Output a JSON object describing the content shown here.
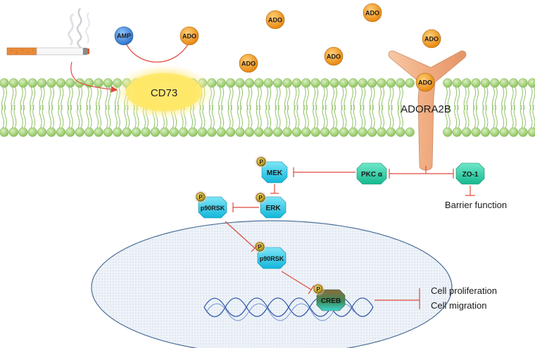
{
  "molecules": {
    "amp": "AMP",
    "ado": "ADO"
  },
  "membrane": {
    "enzyme": "CD73",
    "receptor": "ADORA2B"
  },
  "nodes": {
    "pkc": "PKC α",
    "zo1": "ZO-1",
    "mek": "MEK",
    "erk": "ERK",
    "p90rsk_cyto": "p90RSK",
    "p90rsk_nuc": "p90RSK",
    "creb": "CREB",
    "phospho": "P"
  },
  "outcomes": {
    "barrier": "Barrier function",
    "proliferation": "Cell proliferation",
    "migration": "Cell migration"
  },
  "colors": {
    "membrane_green": "#9acd6b",
    "membrane_green_dark": "#6fa543",
    "ado_orange": "#f29b1d",
    "amp_blue": "#3a8fe0",
    "node_cyan": "#1fc9e8",
    "node_teal": "#1ec9a0",
    "creb_green": "#2e8a57",
    "inhibit_red": "#e0483c",
    "receptor_peach": "#f2b48c",
    "cd73_glow": "#ffe36b",
    "nucleus_fill": "#e6eef7",
    "nucleus_stroke": "#4d6f99"
  }
}
